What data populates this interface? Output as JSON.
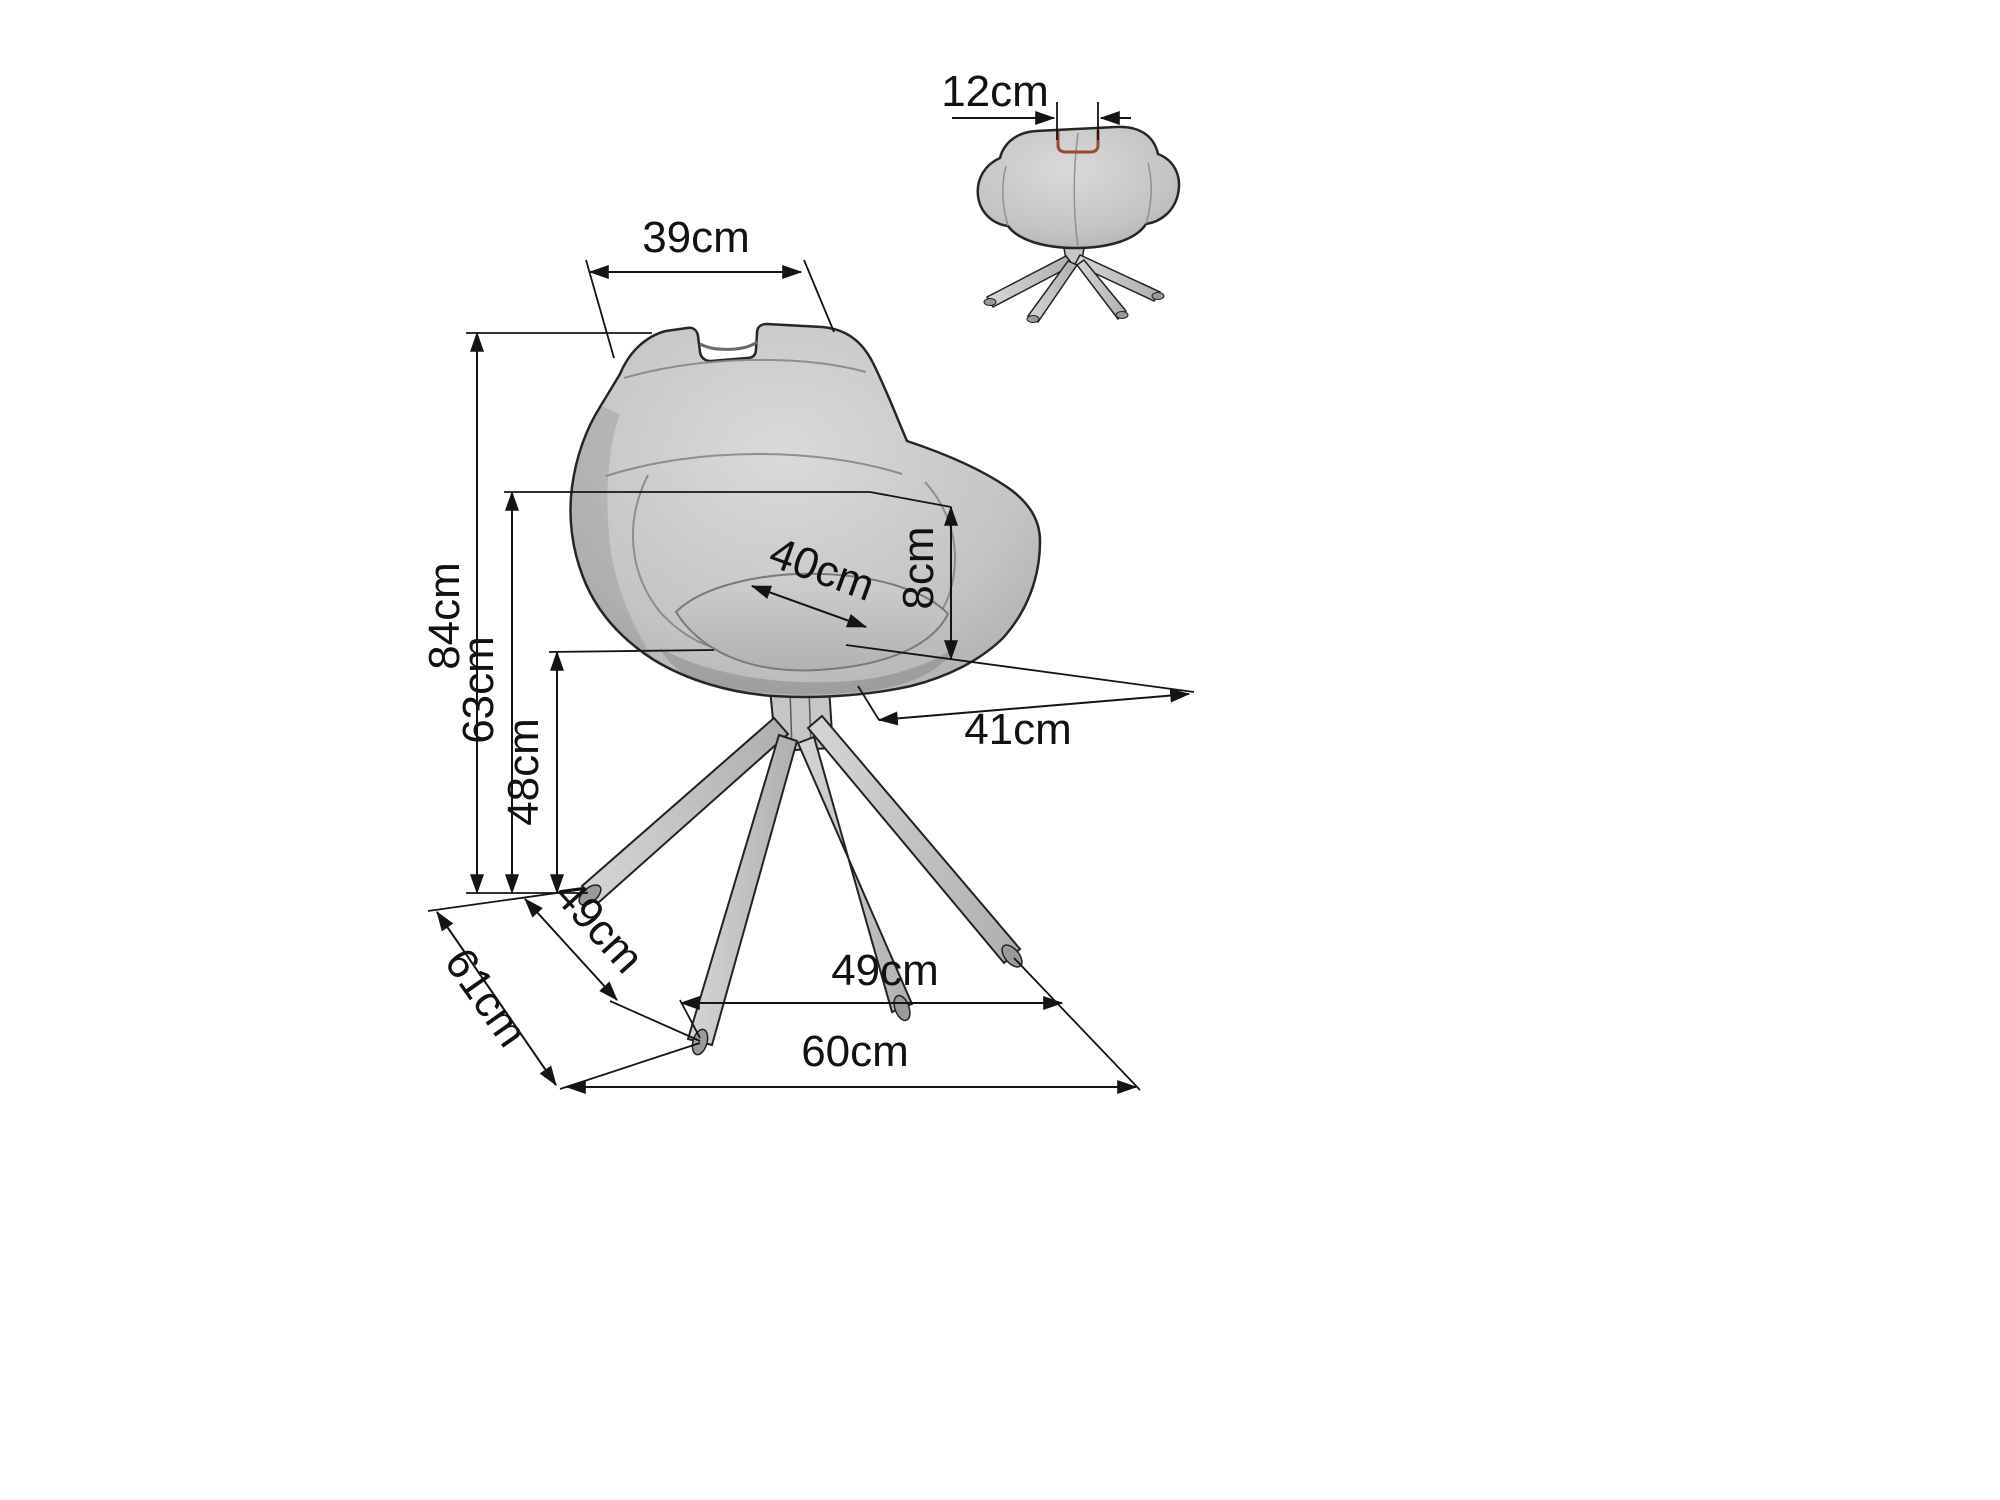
{
  "diagram": {
    "dimensions": {
      "back_width": "39cm",
      "handle_width": "12cm",
      "total_height": "84cm",
      "armrest_height": "63cm",
      "seat_height": "48cm",
      "seat_depth": "40cm",
      "cushion_thickness": "8cm",
      "seat_width_inner": "41cm",
      "base_depth_left": "49cm",
      "total_depth": "61cm",
      "base_width_front": "49cm",
      "total_width": "60cm"
    },
    "colors": {
      "line": "#141414",
      "upholstery": "#c7c7c7",
      "handle_accent": "#9a4a32",
      "background": "#ffffff"
    }
  }
}
